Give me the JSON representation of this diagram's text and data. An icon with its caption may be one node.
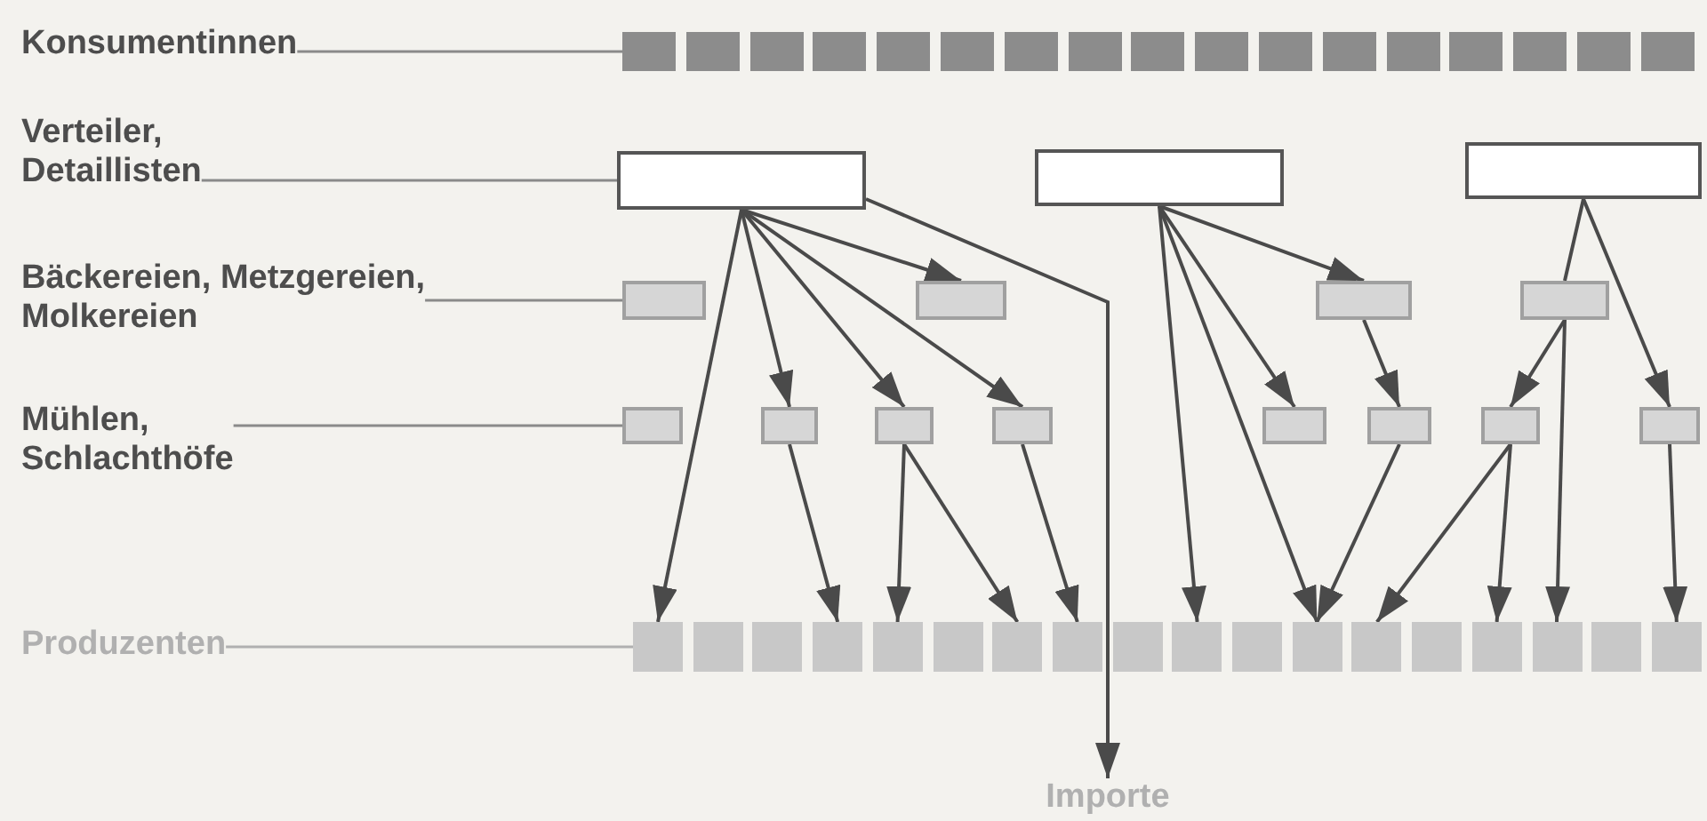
{
  "diagram": {
    "nodes": [
      {
        "text": [
          "Konsumentinnen"
        ]
      },
      {
        "text": [],
        "shape": "box"
      },
      {
        "text": [],
        "shape": "box"
      },
      {
        "text": [],
        "shape": "box"
      },
      {
        "text": [],
        "shape": "box"
      },
      {
        "text": [],
        "shape": "box"
      },
      {
        "text": [],
        "shape": "box"
      },
      {
        "text": [],
        "shape": "box"
      },
      {
        "text": [],
        "shape": "box"
      },
      {
        "text": [],
        "shape": "box"
      },
      {
        "text": [],
        "shape": "box"
      },
      {
        "text": [],
        "shape": "box"
      },
      {
        "text": [],
        "shape": "box"
      },
      {
        "text": [],
        "shape": "box"
      },
      {
        "text": [],
        "shape": "box"
      },
      {
        "text": [],
        "shape": "box"
      },
      {
        "text": [],
        "shape": "box"
      },
      {
        "text": [],
        "shape": "box"
      },
      {
        "text": [
          "Verteiler, Detaillisten"
        ]
      },
      {
        "text": [],
        "shape": "box"
      },
      {
        "text": [],
        "shape": "box"
      },
      {
        "text": [],
        "shape": "box"
      },
      {
        "text": [
          "Bäckereien, Metzgereien, Molkereien"
        ]
      },
      {
        "text": [],
        "shape": "box"
      },
      {
        "text": [],
        "shape": "box"
      },
      {
        "text": [],
        "shape": "box"
      },
      {
        "text": [],
        "shape": "box"
      },
      {
        "text": [
          "Mühlen, Schlachthöfe"
        ]
      },
      {
        "text": [],
        "shape": "box"
      },
      {
        "text": [],
        "shape": "box"
      },
      {
        "text": [],
        "shape": "box"
      },
      {
        "text": [],
        "shape": "box"
      },
      {
        "text": [],
        "shape": "box"
      },
      {
        "text": [],
        "shape": "box"
      },
      {
        "text": [],
        "shape": "box"
      },
      {
        "text": [],
        "shape": "box"
      },
      {
        "text": [
          "Produzenten"
        ]
      },
      {
        "text": [],
        "shape": "box"
      },
      {
        "text": [],
        "shape": "box"
      },
      {
        "text": [],
        "shape": "box"
      },
      {
        "text": [],
        "shape": "box"
      },
      {
        "text": [],
        "shape": "box"
      },
      {
        "text": [],
        "shape": "box"
      },
      {
        "text": [],
        "shape": "box"
      },
      {
        "text": [],
        "shape": "box"
      },
      {
        "text": [],
        "shape": "box"
      },
      {
        "text": [],
        "shape": "box"
      },
      {
        "text": [],
        "shape": "box"
      },
      {
        "text": [],
        "shape": "box"
      },
      {
        "text": [],
        "shape": "box"
      },
      {
        "text": [],
        "shape": "box"
      },
      {
        "text": [],
        "shape": "box"
      },
      {
        "text": [],
        "shape": "box"
      },
      {
        "text": [],
        "shape": "box"
      },
      {
        "text": [],
        "shape": "box"
      },
      {
        "text": [
          "Importe"
        ]
      }
    ],
    "edges": [
      {
        "from": 0,
        "to": 1,
        "arrow": "none",
        "color": "#8a8a8a"
      },
      {
        "from": 18,
        "to": 19,
        "arrow": "none",
        "color": "#8a8a8a"
      },
      {
        "from": 22,
        "to": 23,
        "arrow": "none",
        "color": "#8a8a8a"
      },
      {
        "from": 27,
        "to": 28,
        "arrow": "none",
        "color": "#8a8a8a"
      },
      {
        "from": 36,
        "to": 37,
        "arrow": "none",
        "color": "#b0b0b0"
      },
      {
        "from": 19,
        "to": 37,
        "arrow": "to"
      },
      {
        "from": 19,
        "to": 29,
        "arrow": "to"
      },
      {
        "from": 19,
        "to": 30,
        "arrow": "to"
      },
      {
        "from": 19,
        "to": 31,
        "arrow": "to"
      },
      {
        "from": 19,
        "to": 24,
        "arrow": "to"
      },
      {
        "from": 19,
        "to": 55,
        "arrow": "to"
      },
      {
        "from": 20,
        "to": 46,
        "arrow": "to"
      },
      {
        "from": 20,
        "to": 48,
        "arrow": "to"
      },
      {
        "from": 20,
        "to": 32,
        "arrow": "to"
      },
      {
        "from": 20,
        "to": 25,
        "arrow": "to"
      },
      {
        "from": 25,
        "to": 33,
        "arrow": "to"
      },
      {
        "from": 21,
        "to": 26,
        "arrow": "none"
      },
      {
        "from": 26,
        "to": 34,
        "arrow": "to"
      },
      {
        "from": 21,
        "to": 35,
        "arrow": "to"
      },
      {
        "from": 26,
        "to": 52,
        "arrow": "to"
      },
      {
        "from": 29,
        "to": 40,
        "arrow": "to"
      },
      {
        "from": 30,
        "to": 41,
        "arrow": "to"
      },
      {
        "from": 30,
        "to": 43,
        "arrow": "to"
      },
      {
        "from": 31,
        "to": 44,
        "arrow": "to"
      },
      {
        "from": 33,
        "to": 48,
        "arrow": "to"
      },
      {
        "from": 34,
        "to": 49,
        "arrow": "to"
      },
      {
        "from": 34,
        "to": 51,
        "arrow": "to"
      },
      {
        "from": 35,
        "to": 54,
        "arrow": "to"
      }
    ]
  }
}
